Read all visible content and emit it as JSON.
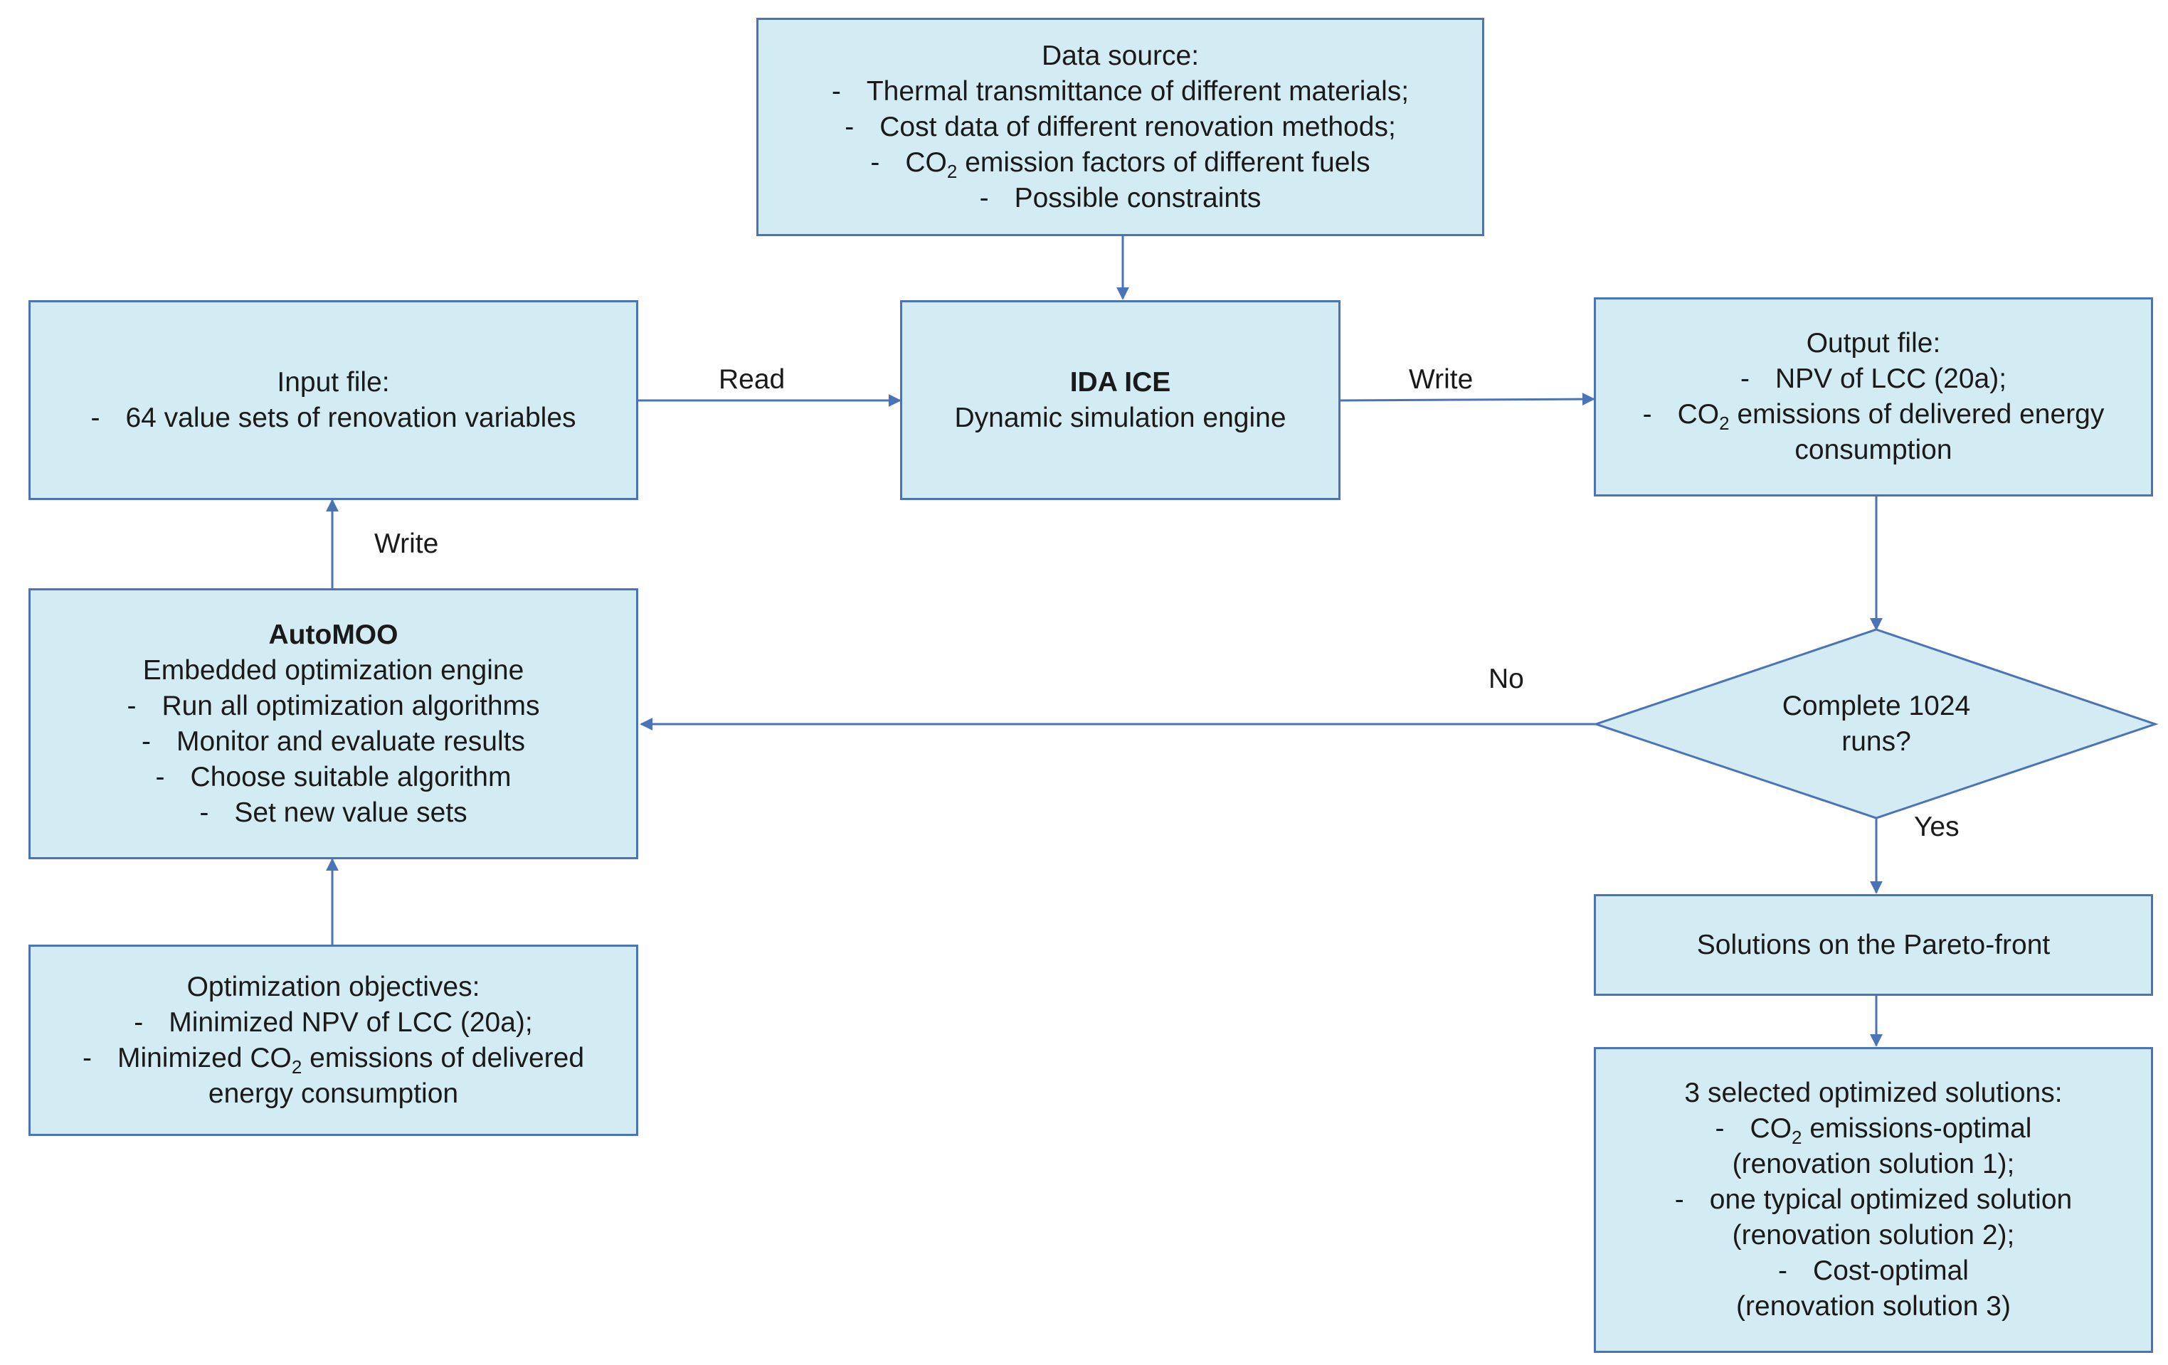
{
  "data_source": {
    "title": "Data source:",
    "items": [
      "Thermal transmittance  of different materials;",
      "Cost data of different renovation methods;",
      "emission factors of different fuels",
      "Possible constraints"
    ],
    "co2_prefix": "CO",
    "co2_sub": "2"
  },
  "input_file": {
    "title": "Input file:",
    "item": "64 value sets of renovation variables"
  },
  "ida_ice": {
    "title": "IDA ICE",
    "subtitle": "Dynamic simulation engine"
  },
  "output_file": {
    "title": "Output file:",
    "item1": "NPV of LCC (20a);",
    "item2_suffix": "emissions of delivered energy",
    "item2_line2": "consumption"
  },
  "automoo": {
    "title": "AutoMOO",
    "subtitle": "Embedded optimization engine",
    "items": [
      "Run all optimization algorithms",
      "Monitor and evaluate results",
      "Choose suitable algorithm",
      "Set new value sets"
    ]
  },
  "objectives": {
    "title": "Optimization objectives:",
    "item1": "Minimized NPV of LCC (20a);",
    "item2_prefix": "Minimized",
    "item2_suffix": "emissions of delivered",
    "item2_line2": "energy consumption"
  },
  "decision": {
    "line1": "Complete 1024",
    "line2": "runs?"
  },
  "pareto": {
    "title": "Solutions on the Pareto-front"
  },
  "selected": {
    "title": "3 selected optimized solutions:",
    "item1_suffix": "emissions-optimal",
    "item1_line2": "(renovation solution 1);",
    "item2": "one typical optimized solution",
    "item2_line2": "(renovation solution 2);",
    "item3": "Cost-optimal",
    "item3_line2": "(renovation solution 3)"
  },
  "labels": {
    "read": "Read",
    "write_right": "Write",
    "write_left": "Write",
    "no": "No",
    "yes": "Yes"
  },
  "colors": {
    "box_fill": "#d3ecf3",
    "box_border": "#4a73b8",
    "arrow": "#4a73b8"
  }
}
